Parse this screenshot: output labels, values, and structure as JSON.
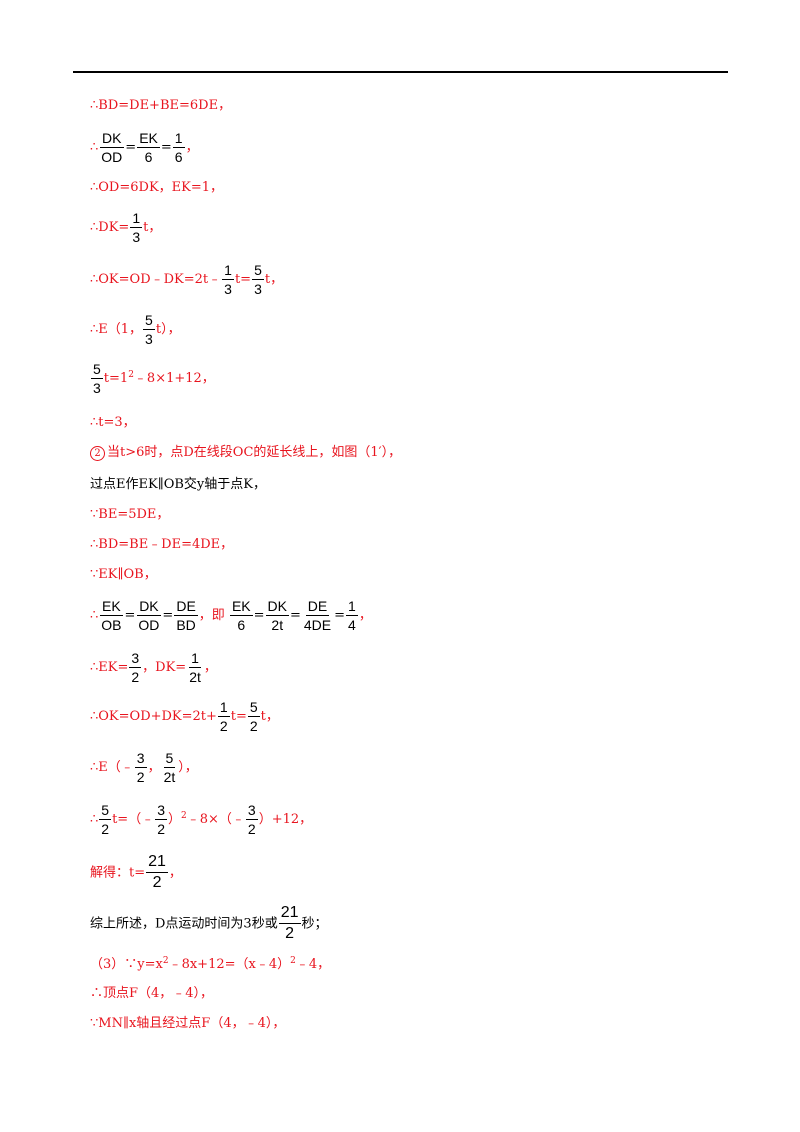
{
  "lines": {
    "l1": "∴BD=DE+BE=6DE，",
    "l2": {
      "pre": "∴",
      "f1n": "DK",
      "f1d": "OD",
      "eq1": "=",
      "f2n": "EK",
      "f2d": "6",
      "eq2": "=",
      "f3n": "1",
      "f3d": "6",
      "post": "，"
    },
    "l3": "∴OD=6DK，EK=1，",
    "l4": {
      "pre": "∴DK=",
      "fn": "1",
      "fd": "3",
      "post": "t，"
    },
    "l5": {
      "pre": "∴OK=OD﹣DK=2t﹣",
      "f1n": "1",
      "f1d": "3",
      "mid": "t=",
      "f2n": "5",
      "f2d": "3",
      "post": "t，"
    },
    "l6": {
      "pre": "∴E（1，",
      "fn": "5",
      "fd": "3",
      "post": "t），"
    },
    "l7": {
      "fn": "5",
      "fd": "3",
      "post1": "t=1",
      "sup": "2",
      "post2": "﹣8×1+12，"
    },
    "l8": "∴t=3，",
    "l9": {
      "circ": "2",
      "text": "当t>6时，点D在线段OC的延长线上，如图（1′），"
    },
    "l10": "过点E作EK∥OB交y轴于点K，",
    "l11": "∵BE=5DE，",
    "l12": "∴BD=BE﹣DE=4DE，",
    "l13": "∵EK∥OB，",
    "l14": {
      "pre": "∴",
      "a1n": "EK",
      "a1d": "OB",
      "a2n": "DK",
      "a2d": "OD",
      "a3n": "DE",
      "a3d": "BD",
      "mid": "，即",
      "b1n": "EK",
      "b1d": "6",
      "b2n": "DK",
      "b2d": "2t",
      "b3n": "DE",
      "b3d": "4DE",
      "b4n": "1",
      "b4d": "4",
      "post": "，"
    },
    "l15": {
      "pre": "∴EK=",
      "f1n": "3",
      "f1d": "2",
      "mid": "，DK=",
      "f2n": "1",
      "f2d": "2t",
      "post": "，"
    },
    "l16": {
      "pre": "∴OK=OD+DK=2t+",
      "f1n": "1",
      "f1d": "2",
      "mid": "t=",
      "f2n": "5",
      "f2d": "2",
      "post": "t，"
    },
    "l17": {
      "pre": "∴E（﹣",
      "f1n": "3",
      "f1d": "2",
      "mid": "，",
      "f2n": "5",
      "f2d": "2t",
      "post": "），"
    },
    "l18": {
      "pre": "∴",
      "f1n": "5",
      "f1d": "2",
      "mid1": "t=（﹣",
      "f2n": "3",
      "f2d": "2",
      "mid2": "）",
      "sup": "2",
      "mid3": "﹣8×（﹣",
      "f3n": "3",
      "f3d": "2",
      "post": "）+12，"
    },
    "l19": {
      "pre": "解得：t=",
      "fn": "21",
      "fd": "2",
      "post": "，"
    },
    "l20": {
      "pre": "综上所述，D点运动时间为3秒或",
      "fn": "21",
      "fd": "2",
      "post": "秒；"
    },
    "l21": {
      "pre": "（3）∵y=x",
      "sup1": "2",
      "mid": "﹣8x+12=（x﹣4）",
      "sup2": "2",
      "post": "﹣4，"
    },
    "l22": "∴顶点F（4，﹣4），",
    "l23": "∵MN∥x轴且经过点F（4，﹣4），"
  }
}
